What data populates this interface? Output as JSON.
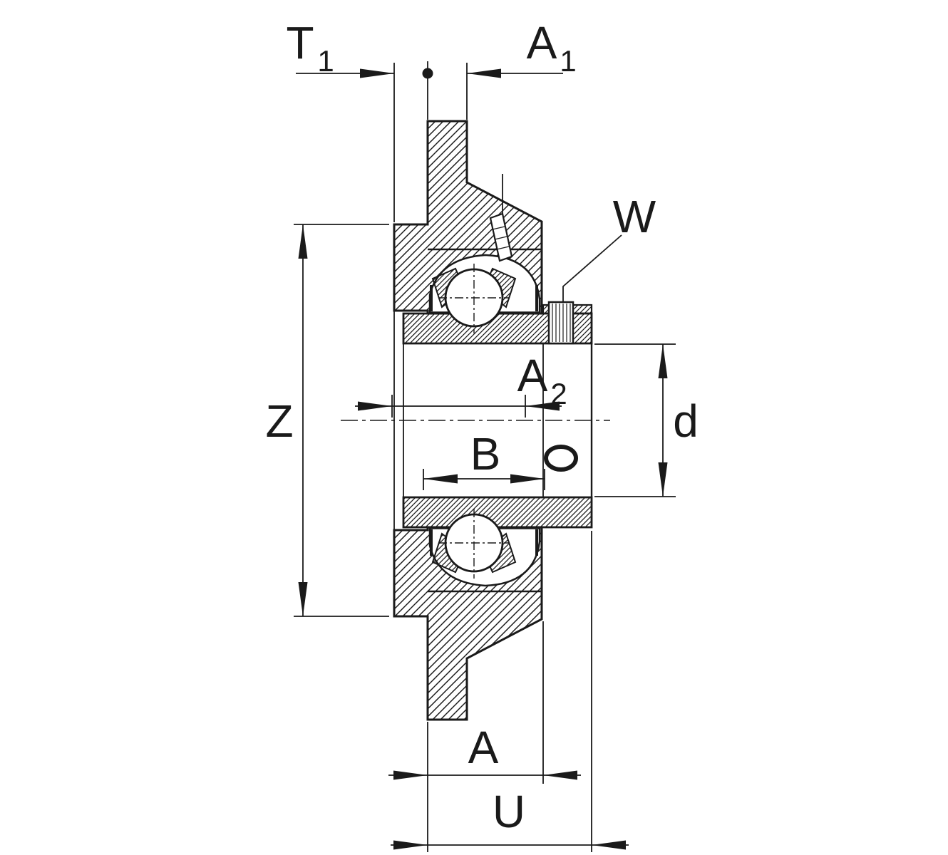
{
  "drawing": {
    "type": "technical-section-drawing",
    "subject": "flanged bearing housing unit cross-section with dimension callouts",
    "colors": {
      "ink": "#1a1a1a",
      "paper": "#ffffff"
    }
  },
  "labels": {
    "t1_main": "T",
    "t1_sub": "1",
    "a1_main": "A",
    "a1_sub": "1",
    "w": "W",
    "a2_main": "A",
    "a2_sub": "2",
    "d": "d",
    "z": "Z",
    "b": "B",
    "a": "A",
    "u": "U"
  }
}
